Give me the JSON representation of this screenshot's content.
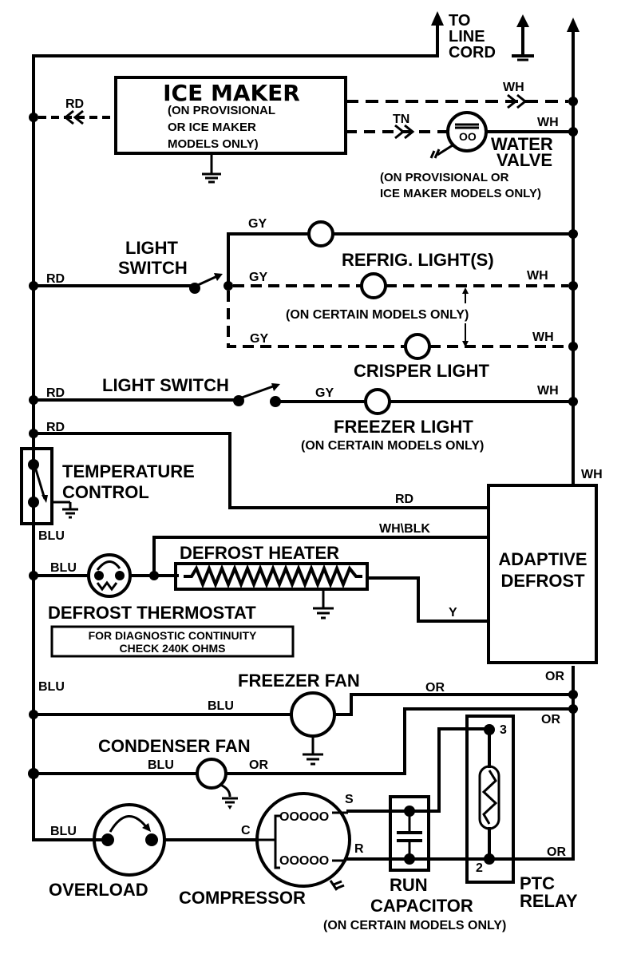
{
  "diagram": {
    "title": "Refrigerator Wiring Diagram",
    "line_cord": {
      "line1": "TO",
      "line2": "LINE",
      "line3": "CORD"
    },
    "ice_maker": {
      "title": "ICE MAKER",
      "note1": "(ON PROVISIONAL",
      "note2": "OR ICE MAKER",
      "note3": "MODELS ONLY)",
      "wire_left": "RD",
      "wire_right": "WH"
    },
    "water_valve": {
      "line1": "WATER",
      "line2": "VALVE",
      "wire_in": "TN",
      "wire_out": "WH",
      "note1": "(ON PROVISIONAL OR",
      "note2": "ICE MAKER MODELS ONLY)"
    },
    "refrig_light_switch": {
      "line1": "LIGHT",
      "line2": "SWITCH",
      "wire": "RD"
    },
    "refrig_lights": {
      "title": "REFRIG. LIGHT(S)",
      "note": "(ON CERTAIN MODELS ONLY)",
      "wire_gy1": "GY",
      "wire_gy2": "GY",
      "wire_gy3": "GY",
      "wire_wh1": "WH",
      "wire_wh2": "WH"
    },
    "crisper_light": {
      "title": "CRISPER LIGHT"
    },
    "freezer_light_switch": {
      "label": "LIGHT SWITCH",
      "wire": "RD"
    },
    "freezer_light": {
      "title": "FREEZER LIGHT",
      "note": "(ON CERTAIN MODELS ONLY)",
      "wire_in": "GY",
      "wire_out": "WH"
    },
    "temperature_control": {
      "line1": "TEMPERATURE",
      "line2": "CONTROL",
      "wire_in": "RD",
      "wire_out": "BLU"
    },
    "adaptive_defrost": {
      "line1": "ADAPTIVE",
      "line2": "DEFROST",
      "wire_top": "WH",
      "wire_rd": "RD",
      "wire_whblk": "WH\\BLK",
      "wire_y": "Y",
      "wire_bottom": "OR"
    },
    "defrost_heater": {
      "title": "DEFROST HEATER"
    },
    "defrost_thermostat": {
      "title": "DEFROST THERMOSTAT",
      "wire": "BLU",
      "note1": "FOR DIAGNOSTIC CONTINUITY",
      "note2": "CHECK 240K OHMS"
    },
    "freezer_fan": {
      "title": "FREEZER FAN",
      "wire_in": "BLU",
      "wire_out": "OR",
      "bus_wire": "BLU"
    },
    "condenser_fan": {
      "title": "CONDENSER FAN",
      "wire_in": "BLU",
      "wire_out": "OR"
    },
    "right_or_labels": {
      "or_top": "OR",
      "or_mid": "OR",
      "or_bottom": "OR"
    },
    "overload": {
      "title": "OVERLOAD",
      "wire": "BLU"
    },
    "compressor": {
      "title": "COMPRESSOR",
      "terminal_c": "C",
      "terminal_s": "S",
      "terminal_r": "R"
    },
    "run_capacitor": {
      "line1": "RUN",
      "line2": "CAPACITOR",
      "note": "(ON CERTAIN MODELS ONLY)"
    },
    "ptc_relay": {
      "line1": "PTC",
      "line2": "RELAY",
      "pin3": "3",
      "pin2": "2"
    }
  }
}
